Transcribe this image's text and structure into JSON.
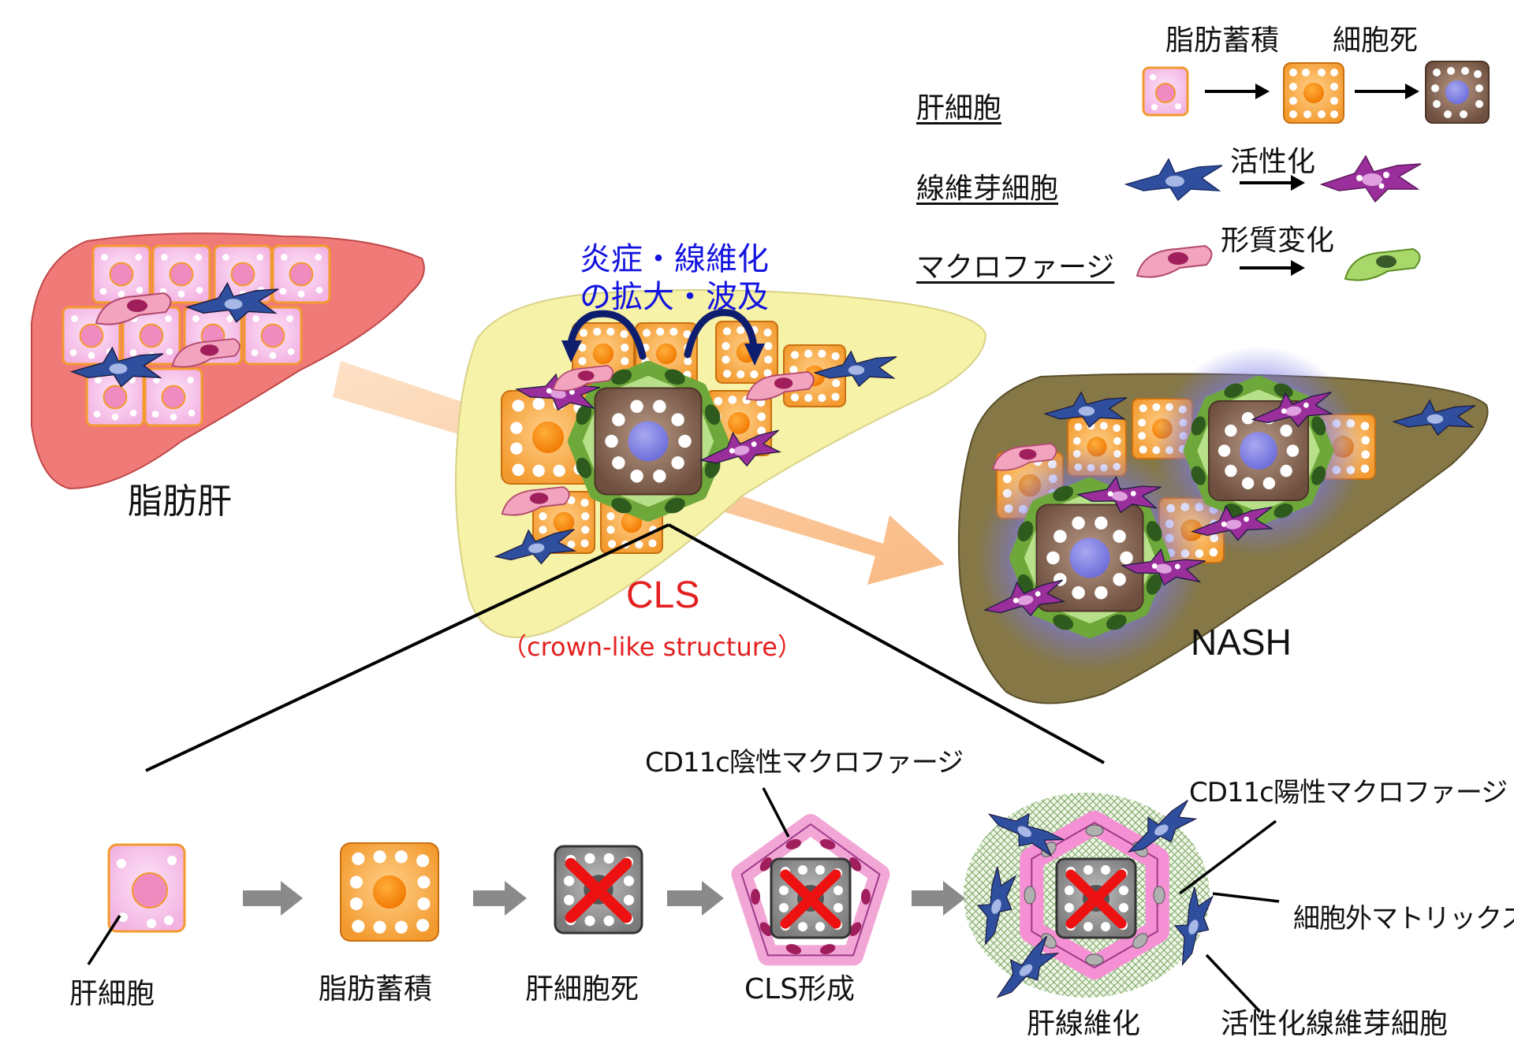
{
  "legend": {
    "col_fat": "脂肪蓄積",
    "col_death": "細胞死",
    "row_hepatocyte": "肝細胞",
    "row_fibroblast": "線維芽細胞",
    "row_macrophage": "マクロファージ",
    "activation": "活性化",
    "phenotype_change": "形質変化"
  },
  "top": {
    "fatty_liver": "脂肪肝",
    "inflammation_line1": "炎症・線維化",
    "inflammation_line2": "の拡大・波及",
    "cls": "CLS",
    "cls_full": "（crown-like structure）",
    "nash": "NASH"
  },
  "bottom": {
    "hepatocyte": "肝細胞",
    "fat_accumulation": "脂肪蓄積",
    "cell_death": "肝細胞死",
    "cls_formation": "CLS形成",
    "fibrosis": "肝線維化",
    "cd11c_neg": "CD11c陰性マクロファージ",
    "cd11c_pos": "CD11c陽性マクロファージ",
    "ecm": "細胞外マトリックス",
    "activated_fibroblast": "活性化線維芽細胞"
  },
  "colors": {
    "healthy_liver": "#f07a78",
    "cls_liver": "#f6f2a8",
    "nash_liver": "#857746",
    "hepatocyte_pink": "#f6c6ec",
    "fatty_orange": "#f6a33e",
    "dead_brown": "#8a6a58",
    "fibroblast_blue": "#3a5aa8",
    "fibroblast_purple": "#9a3a9a",
    "macrophage_pink": "#e79ab6",
    "macrophage_green": "#9ccd5e",
    "cls_text": "#e41f1f",
    "inflammation_text": "#1414e0"
  }
}
